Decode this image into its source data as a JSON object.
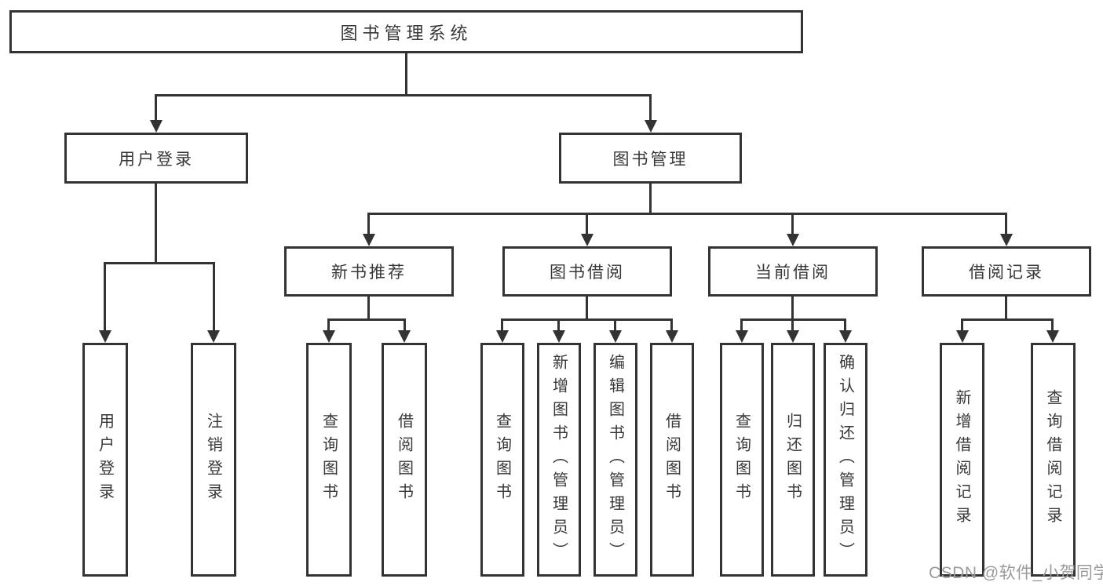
{
  "diagram": {
    "title": "图书管理系统",
    "nodes": {
      "root": {
        "label": "图书管理系统"
      },
      "user_login": {
        "label": "用户登录"
      },
      "book_management": {
        "label": "图书管理"
      },
      "new_book_recommend": {
        "label": "新书推荐"
      },
      "book_borrowing": {
        "label": "图书借阅"
      },
      "current_borrowing": {
        "label": "当前借阅"
      },
      "borrowing_records": {
        "label": "借阅记录"
      }
    },
    "leaves": [
      {
        "label": "用户登录",
        "parent": "用户登录"
      },
      {
        "label": "注销登录",
        "parent": "用户登录"
      },
      {
        "label": "查询图书",
        "parent": "新书推荐"
      },
      {
        "label": "借阅图书",
        "parent": "新书推荐"
      },
      {
        "label": "查询图书",
        "parent": "图书借阅"
      },
      {
        "label": "新增图书（管理员）",
        "parent": "图书借阅"
      },
      {
        "label": "编辑图书（管理员）",
        "parent": "图书借阅"
      },
      {
        "label": "借阅图书",
        "parent": "图书借阅"
      },
      {
        "label": "查询图书",
        "parent": "当前借阅"
      },
      {
        "label": "归还图书",
        "parent": "当前借阅"
      },
      {
        "label": "确认归还（管理员）",
        "parent": "当前借阅"
      },
      {
        "label": "新增借阅记录",
        "parent": "借阅记录"
      },
      {
        "label": "查询借阅记录",
        "parent": "借阅记录"
      }
    ],
    "watermark": "CSDN @软件_小贺同学"
  },
  "colors": {
    "line": "#333333",
    "text": "#383838",
    "wm": "#9a9a9a",
    "bg": "#ffffff"
  }
}
